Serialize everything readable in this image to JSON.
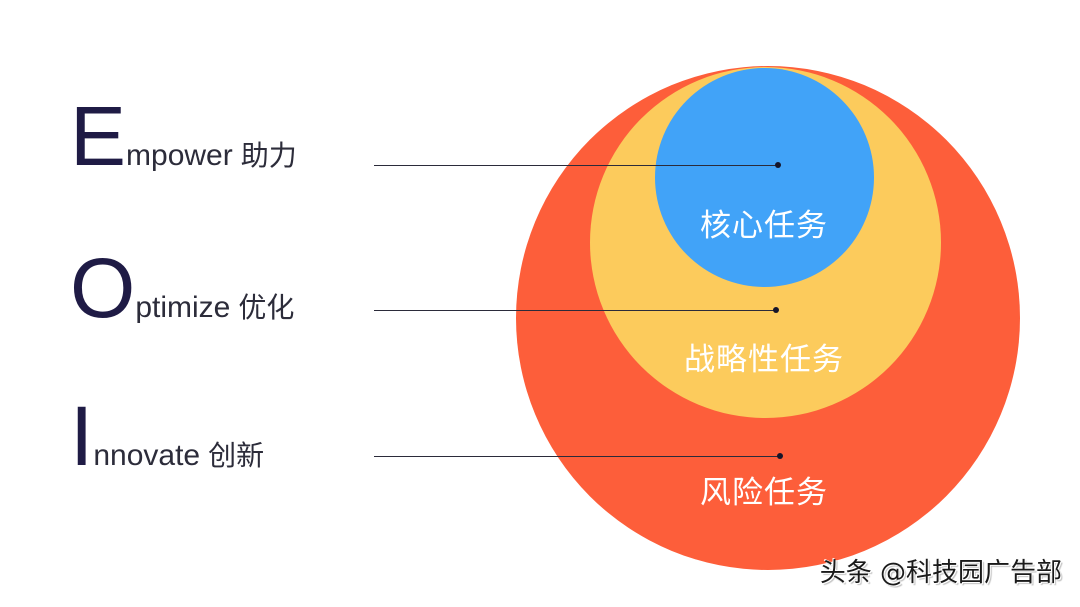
{
  "colors": {
    "risk": "#fd5e3a",
    "strategic": "#fccb5c",
    "core": "#41a3f8",
    "label_text": "#2c2c3a",
    "initial_text": "#1f1b45"
  },
  "labels": [
    {
      "initial": "E",
      "rest": "mpower",
      "cn": "助力"
    },
    {
      "initial": "O",
      "rest": "ptimize",
      "cn": "优化"
    },
    {
      "initial": "I",
      "rest": "nnovate",
      "cn": "创新"
    }
  ],
  "circles": [
    {
      "name": "风险任务",
      "role": "outer"
    },
    {
      "name": "战略性任务",
      "role": "middle"
    },
    {
      "name": "核心任务",
      "role": "inner"
    }
  ],
  "watermark": "头条 @科技园广告部"
}
